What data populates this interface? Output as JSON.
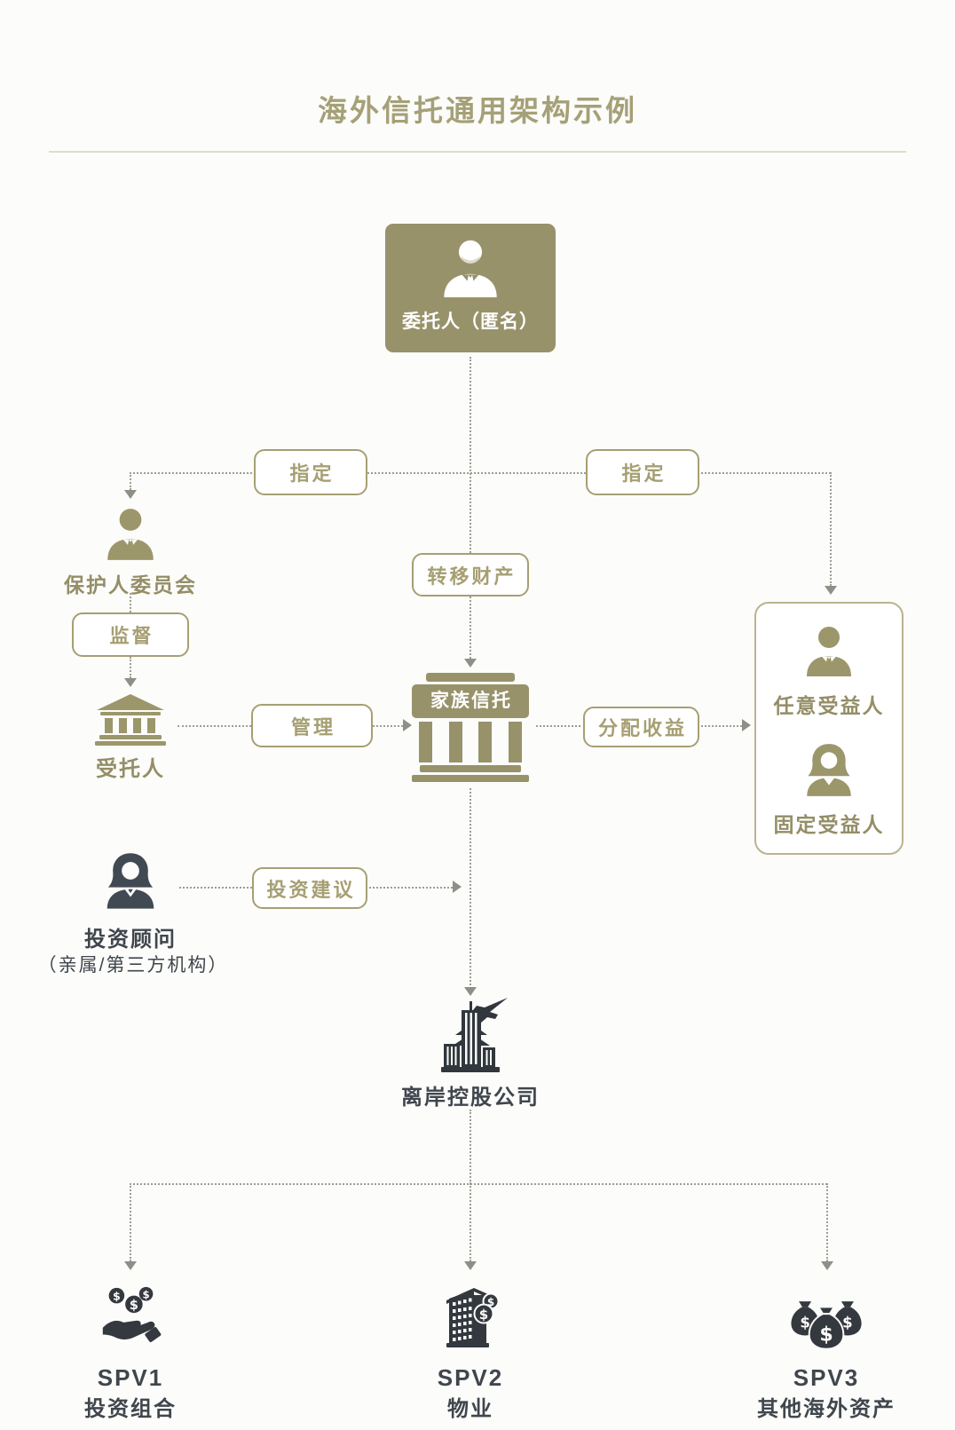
{
  "title": "海外信托通用架构示例",
  "nodes": {
    "settlor": {
      "label": "委托人（匿名）"
    },
    "protector": {
      "label": "保护人委员会"
    },
    "trustee": {
      "label": "受托人"
    },
    "family_trust": {
      "label": "家族信托"
    },
    "beneficiaries": {
      "discretionary": "任意受益人",
      "fixed": "固定受益人"
    },
    "advisor": {
      "label": "投资顾问",
      "sublabel": "（亲属/第三方机构）"
    },
    "offshore_holding": {
      "label": "离岸控股公司"
    },
    "spv1": {
      "label": "SPV1",
      "sublabel": "投资组合"
    },
    "spv2": {
      "label": "SPV2",
      "sublabel": "物业"
    },
    "spv3": {
      "label": "SPV3",
      "sublabel": "其他海外资产"
    }
  },
  "edges": {
    "designate_left": "指定",
    "designate_right": "指定",
    "transfer_assets": "转移财产",
    "supervise": "监督",
    "manage": "管理",
    "distribute_income": "分配收益",
    "investment_advice": "投资建议"
  },
  "colors": {
    "olive_fill": "#98926B",
    "olive_border": "#A69F73",
    "olive_label": "#948E67",
    "dark_icon": "#34393F",
    "slate_icon": "#414A53",
    "connector": "#9D9D96",
    "background": "#FCFCFA"
  }
}
